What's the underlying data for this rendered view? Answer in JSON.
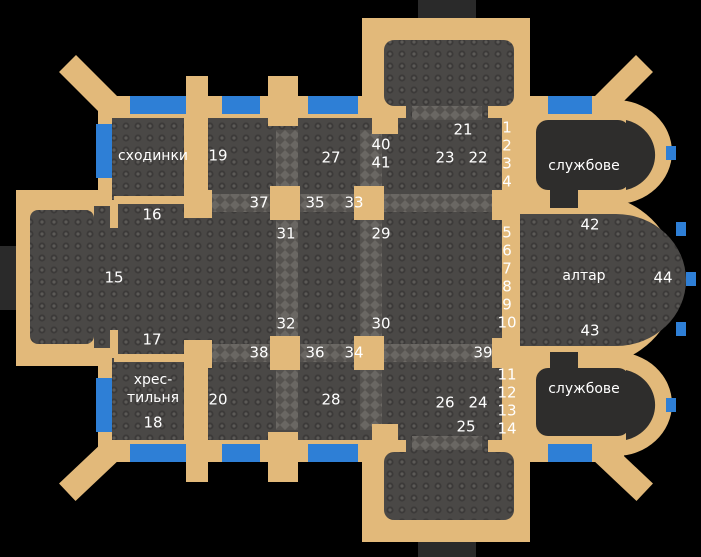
{
  "colors": {
    "background": "#000000",
    "wall": "#e2b97a",
    "floor": "#4a4846",
    "floor_dark": "#2e2d2c",
    "window": "#2e7fd6",
    "label": "#ffffff"
  },
  "rooms": {
    "stairs": "сходинки",
    "baptistery_line1": "хрес-",
    "baptistery_line2": "тильня",
    "altar": "алтар",
    "service_north": "службове",
    "service_south": "службове"
  },
  "numbers": {
    "n1": "1",
    "n2": "2",
    "n3": "3",
    "n4": "4",
    "n5": "5",
    "n6": "6",
    "n7": "7",
    "n8": "8",
    "n9": "9",
    "n10": "10",
    "n11": "11",
    "n12": "12",
    "n13": "13",
    "n14": "14",
    "n15": "15",
    "n16": "16",
    "n17": "17",
    "n18": "18",
    "n19": "19",
    "n20": "20",
    "n21": "21",
    "n22": "22",
    "n23": "23",
    "n24": "24",
    "n25": "25",
    "n26": "26",
    "n27": "27",
    "n28": "28",
    "n29": "29",
    "n30": "30",
    "n31": "31",
    "n32": "32",
    "n33": "33",
    "n34": "34",
    "n35": "35",
    "n36": "36",
    "n37": "37",
    "n38": "38",
    "n39": "39",
    "n40": "40",
    "n41": "41",
    "n42": "42",
    "n43": "43",
    "n44": "44"
  }
}
